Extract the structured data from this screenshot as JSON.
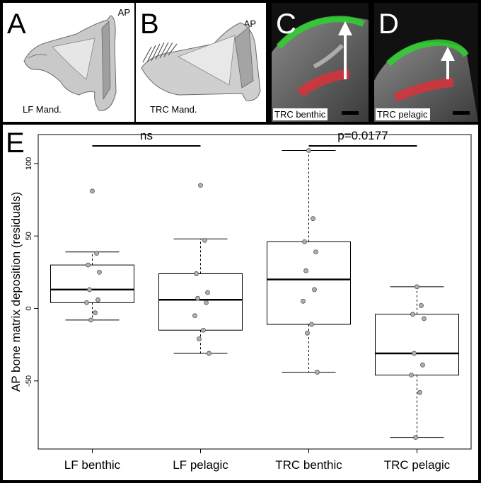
{
  "panels": {
    "A": {
      "letter": "A",
      "label": "LF Mand.",
      "ap": "AP"
    },
    "B": {
      "letter": "B",
      "label": "TRC Mand.",
      "ap": "AP"
    },
    "C": {
      "letter": "C",
      "label": "TRC benthic"
    },
    "D": {
      "letter": "D",
      "label": "TRC pelagic"
    },
    "E": {
      "letter": "E"
    }
  },
  "colors": {
    "green": "#2fd12f",
    "red": "#e0303a",
    "box": "#000000",
    "point": "#b0b0b0"
  },
  "chart_data": {
    "type": "box",
    "ylabel": "AP bone matrix deposition (residuals)",
    "ylim": [
      -97,
      120
    ],
    "yticks": [
      -50,
      0,
      50,
      100
    ],
    "categories": [
      "LF benthic",
      "LF pelagic",
      "TRC benthic",
      "TRC pelagic"
    ],
    "boxes": [
      {
        "whisker_low": -8,
        "q1": 4,
        "median": 13,
        "q3": 30,
        "whisker_high": 39,
        "points": [
          81,
          38,
          30,
          25,
          13,
          6,
          4,
          -3,
          -8
        ]
      },
      {
        "whisker_low": -31,
        "q1": -15,
        "median": 6,
        "q3": 24,
        "whisker_high": 48,
        "points": [
          85,
          47,
          24,
          11,
          7,
          4,
          -5,
          -15,
          -21,
          -31
        ]
      },
      {
        "whisker_low": -44,
        "q1": -11,
        "median": 20,
        "q3": 46,
        "whisker_high": 109,
        "points": [
          109,
          62,
          46,
          39,
          26,
          13,
          5,
          -11,
          -17,
          -44
        ]
      },
      {
        "whisker_low": -89,
        "q1": -46,
        "median": -31,
        "q3": -4,
        "whisker_high": 15,
        "points": [
          15,
          2,
          -4,
          -7,
          -31,
          -39,
          -46,
          -58,
          -89
        ]
      }
    ],
    "comparisons": [
      {
        "from": 0,
        "to": 1,
        "label": "ns"
      },
      {
        "from": 2,
        "to": 3,
        "label": "p=0.0177"
      }
    ]
  }
}
